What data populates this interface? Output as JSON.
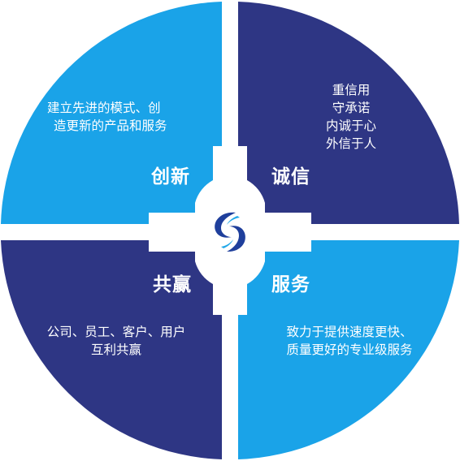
{
  "colors": {
    "light_blue": "#1aa3e8",
    "dark_blue": "#2e3684",
    "logo_blue": "#1f3f9c",
    "logo_cyan": "#22a8e8",
    "center_bg": "#ffffff"
  },
  "center_logo": {
    "icon": "s-swirl-logo-icon"
  },
  "quadrants": {
    "top_left": {
      "title": "创新",
      "lines": [
        "建立先进的模式、创",
        "造更新的产品和服务"
      ]
    },
    "top_right": {
      "title": "诚信",
      "lines": [
        "重信用",
        "守承诺",
        "内诚于心",
        "外信于人"
      ]
    },
    "bottom_left": {
      "title": "共赢",
      "lines": [
        "公司、员工、客户、用户",
        "互利共赢"
      ]
    },
    "bottom_right": {
      "title": "服务",
      "lines": [
        "致力于提供速度更快、",
        "质量更好的专业级服务"
      ]
    }
  }
}
